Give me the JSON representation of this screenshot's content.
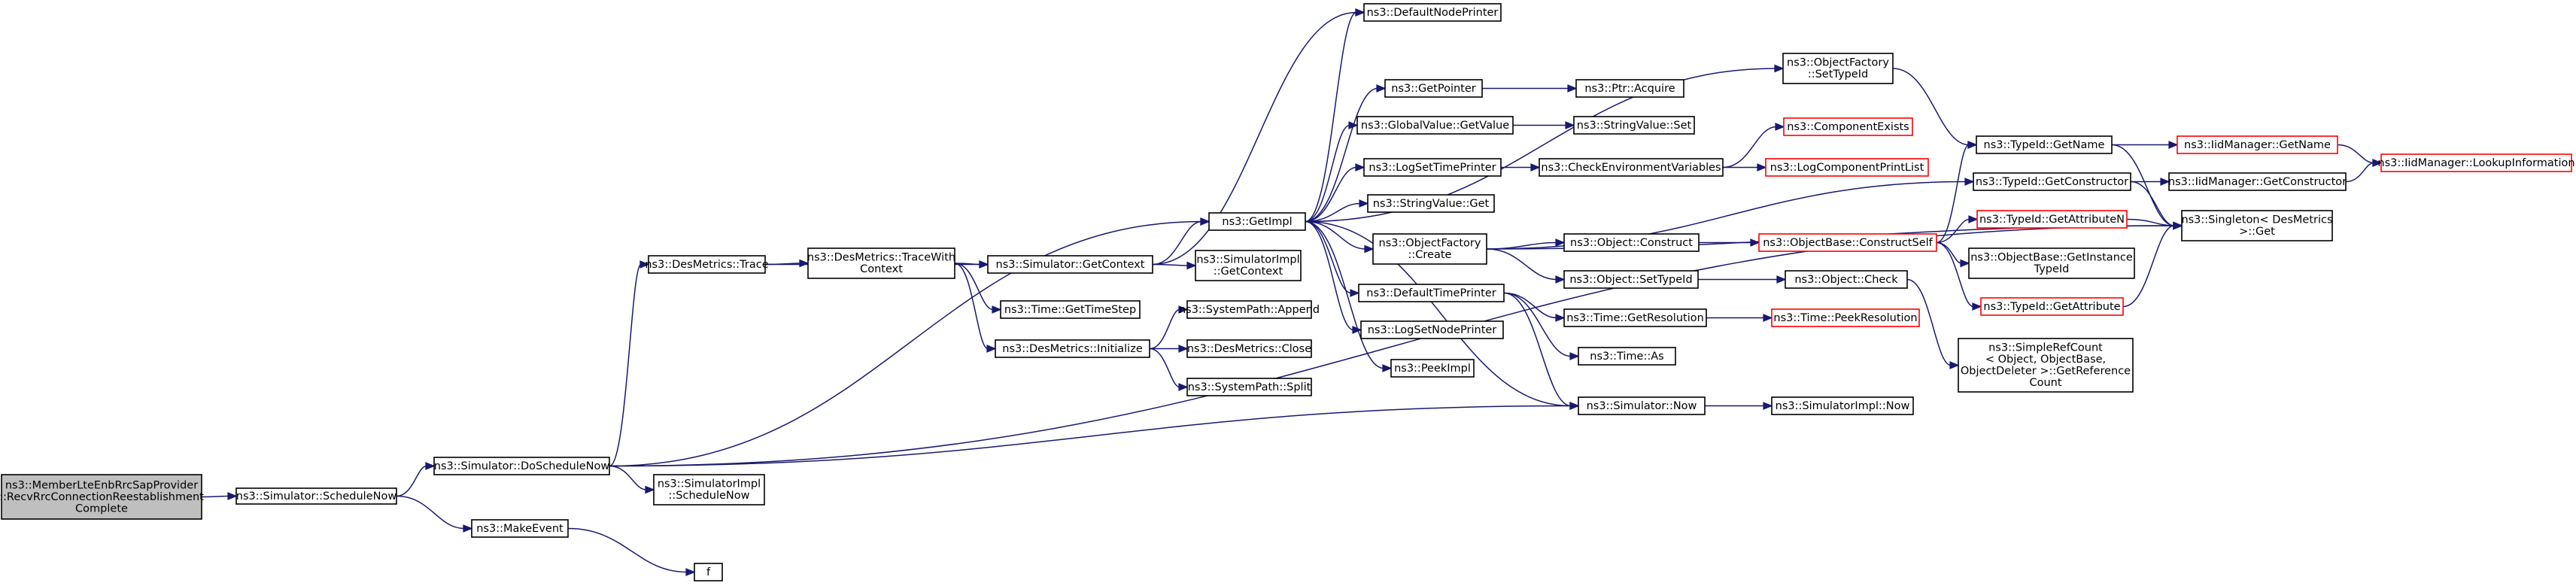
{
  "colors": {
    "edge": "#191970",
    "node_border": "#000000",
    "node_border_truncated": "#ff0000",
    "node_fill": "#ffffff",
    "root_fill": "#bfbfbf"
  },
  "nodes": [
    {
      "id": "root",
      "lines": [
        "ns3::MemberLteEnbRrcSapProvider",
        "::RecvRrcConnectionReestablishment",
        "Complete"
      ],
      "root": true
    },
    {
      "id": "schedNow",
      "lines": [
        "ns3::Simulator::ScheduleNow"
      ]
    },
    {
      "id": "doSchedNow",
      "lines": [
        "ns3::Simulator::DoScheduleNow"
      ]
    },
    {
      "id": "makeEvent",
      "lines": [
        "ns3::MakeEvent"
      ]
    },
    {
      "id": "f",
      "lines": [
        "f"
      ]
    },
    {
      "id": "implSchedNow",
      "lines": [
        "ns3::SimulatorImpl",
        "::ScheduleNow"
      ]
    },
    {
      "id": "trace",
      "lines": [
        "ns3::DesMetrics::Trace"
      ]
    },
    {
      "id": "traceCtx",
      "lines": [
        "ns3::DesMetrics::TraceWith",
        "Context"
      ]
    },
    {
      "id": "getContext",
      "lines": [
        "ns3::Simulator::GetContext"
      ]
    },
    {
      "id": "getTimeStep",
      "lines": [
        "ns3::Time::GetTimeStep"
      ]
    },
    {
      "id": "initialize",
      "lines": [
        "ns3::DesMetrics::Initialize"
      ]
    },
    {
      "id": "implGetContext",
      "lines": [
        "ns3::SimulatorImpl",
        "::GetContext"
      ]
    },
    {
      "id": "append",
      "lines": [
        "ns3::SystemPath::Append"
      ]
    },
    {
      "id": "close",
      "lines": [
        "ns3::DesMetrics::Close"
      ]
    },
    {
      "id": "split",
      "lines": [
        "ns3::SystemPath::Split"
      ]
    },
    {
      "id": "getImpl",
      "lines": [
        "ns3::GetImpl"
      ]
    },
    {
      "id": "defNodePrinter",
      "lines": [
        "ns3::DefaultNodePrinter"
      ]
    },
    {
      "id": "getPointer",
      "lines": [
        "ns3::GetPointer"
      ]
    },
    {
      "id": "gvGetValue",
      "lines": [
        "ns3::GlobalValue::GetValue"
      ]
    },
    {
      "id": "logSetTime",
      "lines": [
        "ns3::LogSetTimePrinter"
      ]
    },
    {
      "id": "svGet",
      "lines": [
        "ns3::StringValue::Get"
      ]
    },
    {
      "id": "ofCreate",
      "lines": [
        "ns3::ObjectFactory",
        "::Create"
      ]
    },
    {
      "id": "defTimePrinter",
      "lines": [
        "ns3::DefaultTimePrinter"
      ]
    },
    {
      "id": "logSetNode",
      "lines": [
        "ns3::LogSetNodePrinter"
      ]
    },
    {
      "id": "peekImpl",
      "lines": [
        "ns3::PeekImpl"
      ]
    },
    {
      "id": "simNow",
      "lines": [
        "ns3::Simulator::Now"
      ]
    },
    {
      "id": "ptrAcquire",
      "lines": [
        "ns3::Ptr::Acquire"
      ]
    },
    {
      "id": "svSet",
      "lines": [
        "ns3::StringValue::Set"
      ]
    },
    {
      "id": "checkEnv",
      "lines": [
        "ns3::CheckEnvironmentVariables"
      ]
    },
    {
      "id": "objConstruct",
      "lines": [
        "ns3::Object::Construct"
      ]
    },
    {
      "id": "objSetTypeId",
      "lines": [
        "ns3::Object::SetTypeId"
      ]
    },
    {
      "id": "timeGetRes",
      "lines": [
        "ns3::Time::GetResolution"
      ]
    },
    {
      "id": "timeAs",
      "lines": [
        "ns3::Time::As"
      ]
    },
    {
      "id": "implNow",
      "lines": [
        "ns3::SimulatorImpl::Now"
      ]
    },
    {
      "id": "ofSetTypeId",
      "lines": [
        "ns3::ObjectFactory",
        "::SetTypeId"
      ]
    },
    {
      "id": "compExists",
      "lines": [
        "ns3::ComponentExists"
      ],
      "truncated": true
    },
    {
      "id": "logCompPrint",
      "lines": [
        "ns3::LogComponentPrintList"
      ],
      "truncated": true
    },
    {
      "id": "obConstructSelf",
      "lines": [
        "ns3::ObjectBase::ConstructSelf"
      ],
      "truncated": true
    },
    {
      "id": "objCheck",
      "lines": [
        "ns3::Object::Check"
      ]
    },
    {
      "id": "peekRes",
      "lines": [
        "ns3::Time::PeekResolution"
      ],
      "truncated": true
    },
    {
      "id": "typeGetName",
      "lines": [
        "ns3::TypeId::GetName"
      ]
    },
    {
      "id": "typeGetCtor",
      "lines": [
        "ns3::TypeId::GetConstructor"
      ]
    },
    {
      "id": "typeGetAttrN",
      "lines": [
        "ns3::TypeId::GetAttributeN"
      ],
      "truncated": true
    },
    {
      "id": "obGetInstTid",
      "lines": [
        "ns3::ObjectBase::GetInstance",
        "TypeId"
      ]
    },
    {
      "id": "typeGetAttr",
      "lines": [
        "ns3::TypeId::GetAttribute"
      ],
      "truncated": true
    },
    {
      "id": "refCount",
      "lines": [
        "ns3::SimpleRefCount",
        "< Object, ObjectBase,",
        "ObjectDeleter >::GetReference",
        "Count"
      ]
    },
    {
      "id": "iidGetName",
      "lines": [
        "ns3::IidManager::GetName"
      ],
      "truncated": true
    },
    {
      "id": "iidGetCtor",
      "lines": [
        "ns3::IidManager::GetConstructor"
      ]
    },
    {
      "id": "singletonGet",
      "lines": [
        "ns3::Singleton< DesMetrics",
        ">::Get"
      ]
    },
    {
      "id": "iidLookup",
      "lines": [
        "ns3::IidManager::LookupInformation"
      ],
      "truncated": true
    }
  ],
  "edges": [
    [
      "root",
      "schedNow"
    ],
    [
      "schedNow",
      "doSchedNow"
    ],
    [
      "schedNow",
      "makeEvent"
    ],
    [
      "makeEvent",
      "f"
    ],
    [
      "doSchedNow",
      "trace"
    ],
    [
      "doSchedNow",
      "getImpl"
    ],
    [
      "doSchedNow",
      "implSchedNow"
    ],
    [
      "doSchedNow",
      "simNow"
    ],
    [
      "doSchedNow",
      "singletonGet"
    ],
    [
      "trace",
      "getContext"
    ],
    [
      "trace",
      "traceCtx"
    ],
    [
      "traceCtx",
      "getContext"
    ],
    [
      "traceCtx",
      "getTimeStep"
    ],
    [
      "traceCtx",
      "initialize"
    ],
    [
      "getContext",
      "getImpl"
    ],
    [
      "getContext",
      "implGetContext"
    ],
    [
      "getContext",
      "defNodePrinter"
    ],
    [
      "initialize",
      "append"
    ],
    [
      "initialize",
      "close"
    ],
    [
      "initialize",
      "split"
    ],
    [
      "getImpl",
      "defNodePrinter"
    ],
    [
      "getImpl",
      "ofSetTypeId"
    ],
    [
      "getImpl",
      "getPointer"
    ],
    [
      "getImpl",
      "gvGetValue"
    ],
    [
      "getImpl",
      "logSetTime"
    ],
    [
      "getImpl",
      "svGet"
    ],
    [
      "getImpl",
      "ofCreate"
    ],
    [
      "getImpl",
      "defTimePrinter"
    ],
    [
      "getImpl",
      "logSetNode"
    ],
    [
      "getImpl",
      "peekImpl"
    ],
    [
      "getImpl",
      "simNow"
    ],
    [
      "getPointer",
      "ptrAcquire"
    ],
    [
      "gvGetValue",
      "svSet"
    ],
    [
      "logSetTime",
      "checkEnv"
    ],
    [
      "checkEnv",
      "compExists"
    ],
    [
      "checkEnv",
      "logCompPrint"
    ],
    [
      "ofCreate",
      "objConstruct"
    ],
    [
      "ofCreate",
      "objSetTypeId"
    ],
    [
      "ofCreate",
      "typeGetCtor"
    ],
    [
      "ofCreate",
      "singletonGet"
    ],
    [
      "objConstruct",
      "obConstructSelf"
    ],
    [
      "objSetTypeId",
      "objCheck"
    ],
    [
      "objCheck",
      "refCount"
    ],
    [
      "defTimePrinter",
      "simNow"
    ],
    [
      "defTimePrinter",
      "timeGetRes"
    ],
    [
      "defTimePrinter",
      "timeAs"
    ],
    [
      "timeGetRes",
      "peekRes"
    ],
    [
      "simNow",
      "implNow"
    ],
    [
      "ofSetTypeId",
      "typeGetName"
    ],
    [
      "obConstructSelf",
      "typeGetName"
    ],
    [
      "obConstructSelf",
      "typeGetAttrN"
    ],
    [
      "obConstructSelf",
      "obGetInstTid"
    ],
    [
      "obConstructSelf",
      "typeGetAttr"
    ],
    [
      "typeGetName",
      "iidGetName"
    ],
    [
      "typeGetName",
      "singletonGet"
    ],
    [
      "typeGetCtor",
      "iidGetCtor"
    ],
    [
      "typeGetCtor",
      "singletonGet"
    ],
    [
      "typeGetAttrN",
      "singletonGet"
    ],
    [
      "typeGetAttr",
      "singletonGet"
    ],
    [
      "iidGetName",
      "iidLookup"
    ],
    [
      "iidGetCtor",
      "iidLookup"
    ]
  ]
}
